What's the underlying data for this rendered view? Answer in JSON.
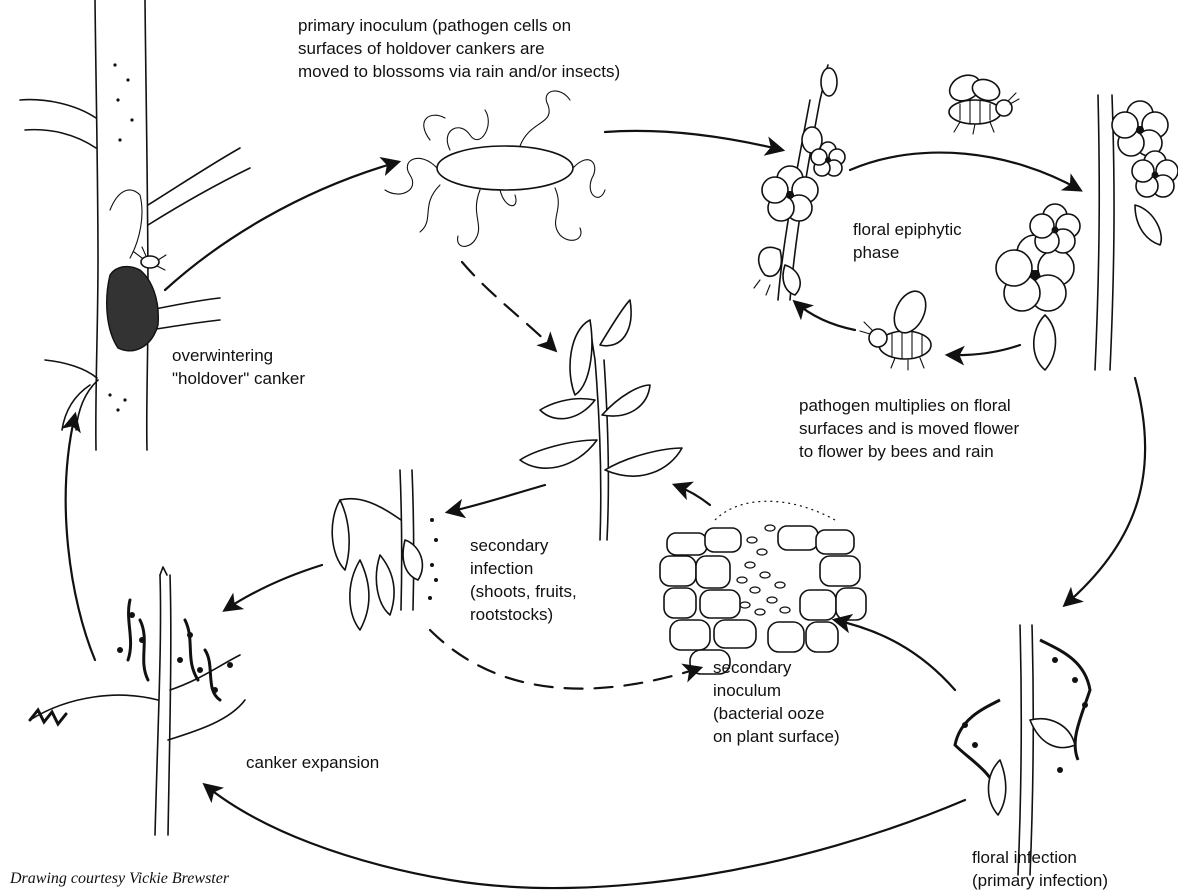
{
  "diagram": {
    "labels": {
      "primary_inoculum": "primary inoculum (pathogen cells on\nsurfaces of holdover cankers are\nmoved to blossoms via rain and/or insects)",
      "floral_epiphytic": "floral epiphytic\nphase",
      "overwintering": "overwintering\n\"holdover\" canker",
      "pathogen_multiplies": "pathogen multiplies on floral\nsurfaces and is moved flower\nto flower by bees and rain",
      "secondary_infection": "secondary\ninfection\n(shoots, fruits,\nrootstocks)",
      "secondary_inoculum": "secondary\ninoculum\n(bacterial ooze\non plant surface)",
      "canker_expansion": "canker expansion",
      "floral_infection": "floral infection\n(primary infection)",
      "credit": "Drawing courtesy Vickie Brewster"
    },
    "colors": {
      "ink": "#111111",
      "background": "#ffffff"
    }
  }
}
